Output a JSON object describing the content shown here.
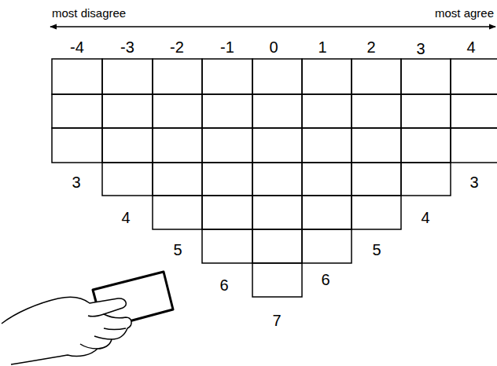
{
  "diagram": {
    "labels": [
      "most disagree",
      "most agree",
      "-4",
      "-3",
      "-2",
      "-1",
      "0",
      "1",
      "2",
      "3",
      "4",
      "3",
      "3",
      "4",
      "4",
      "5",
      "5",
      "6",
      "6",
      "7"
    ]
  }
}
